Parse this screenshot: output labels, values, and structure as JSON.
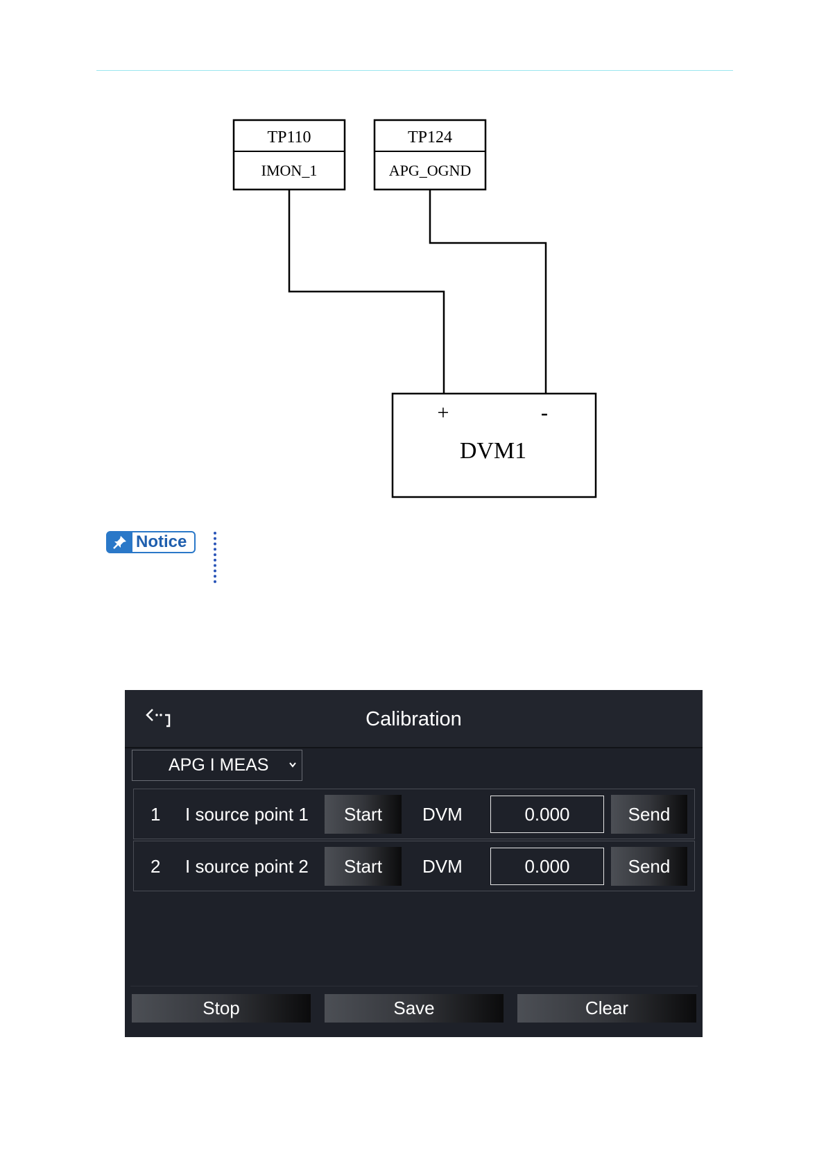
{
  "diagram": {
    "tp_left": {
      "name": "TP110",
      "signal": "IMON_1"
    },
    "tp_right": {
      "name": "TP124",
      "signal": "APG_OGND"
    },
    "dvm": {
      "name": "DVM1",
      "plus": "+",
      "minus": "-"
    }
  },
  "notice": {
    "label": "Notice",
    "icon": "pin-icon",
    "accent": "#2a78c8"
  },
  "calibration": {
    "title": "Calibration",
    "back_icon": "back-arrow-icon",
    "mode": "APG I MEAS",
    "rows": [
      {
        "index": "1",
        "label": "I source point 1",
        "start": "Start",
        "dvm": "DVM",
        "value": "0.000",
        "send": "Send"
      },
      {
        "index": "2",
        "label": "I source point 2",
        "start": "Start",
        "dvm": "DVM",
        "value": "0.000",
        "send": "Send"
      }
    ],
    "footer": {
      "stop": "Stop",
      "save": "Save",
      "clear": "Clear"
    },
    "colors": {
      "panel_bg": "#1e2129",
      "header_bg": "#22252d"
    }
  }
}
